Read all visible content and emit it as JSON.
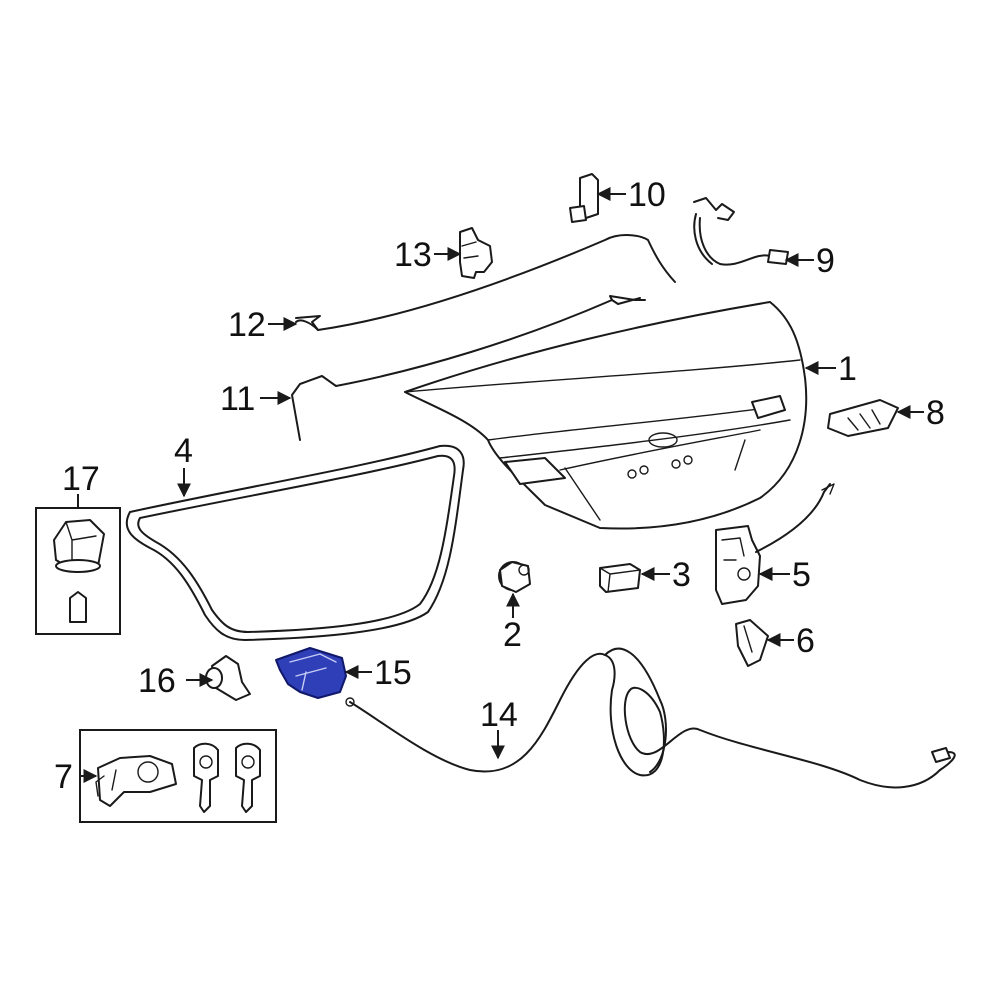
{
  "diagram": {
    "callouts": {
      "c1": "1",
      "c2": "2",
      "c3": "3",
      "c4": "4",
      "c5": "5",
      "c6": "6",
      "c7": "7",
      "c8": "8",
      "c9": "9",
      "c10": "10",
      "c11": "11",
      "c12": "12",
      "c13": "13",
      "c14": "14",
      "c15": "15",
      "c16": "16",
      "c17": "17"
    },
    "highlight_color": "#2f3fb8",
    "line_color": "#1a1a1a"
  }
}
